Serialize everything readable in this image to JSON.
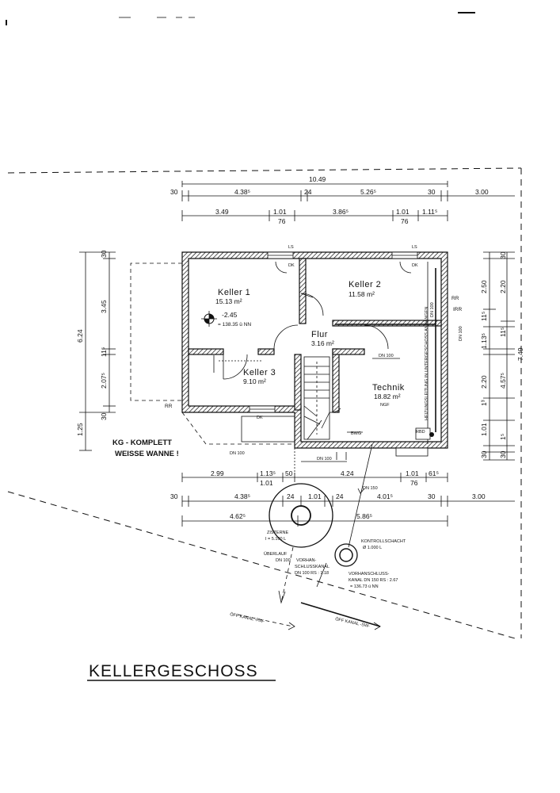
{
  "title": "KELLERGESCHOSS",
  "note": [
    "KG - KOMPLETT",
    "WEISSE WANNE !"
  ],
  "rooms": {
    "keller1": {
      "name": "Keller 1",
      "area": "15.13 m²"
    },
    "keller2": {
      "name": "Keller 2",
      "area": "11.58 m²"
    },
    "flur": {
      "name": "Flur",
      "area": "3.16 m²"
    },
    "keller3": {
      "name": "Keller 3",
      "area": "9.10 m²"
    },
    "technik": {
      "name": "Technik",
      "area": "18.82 m²",
      "sub": "NGF"
    }
  },
  "level": {
    "value": "-2.45",
    "nn": "= 138.35 ü NN"
  },
  "dims_top": {
    "total": "10.49",
    "r1": [
      "30",
      "4.38⁵",
      "24",
      "5.26⁵",
      "30",
      "3.00"
    ],
    "r2": [
      "3.49",
      "1.01",
      "76",
      "3.86⁵",
      "1.01",
      "76",
      "1.11⁵"
    ]
  },
  "dims_bottom": {
    "r1": [
      "2.99",
      "1.13⁵",
      "1.01",
      "50",
      "4.24",
      "1.01",
      "76",
      "61⁵"
    ],
    "r2": [
      "30",
      "4.38⁵",
      "24",
      "1.01",
      "24",
      "4.01⁵",
      "30",
      "3.00"
    ],
    "r3": [
      "4.62⁵",
      "5.86⁵"
    ]
  },
  "dims_left": [
    "30",
    "3.45",
    "6.24",
    "11⁵",
    "2.07⁵",
    "30",
    "1.25"
  ],
  "dims_right": [
    "30",
    "2.50",
    "2.20",
    "11⁵",
    "1.13⁵",
    "11⁵",
    "7.49",
    "4.57⁵",
    "2.20",
    "1³",
    "1.01",
    "1⁵",
    "30",
    "30"
  ],
  "labels": {
    "ls1": "LS",
    "dk1": "DK",
    "ls2": "LS",
    "dk2": "DK",
    "dk3": "DK",
    "rr1": "RR",
    "rr2": "RR",
    "irr": "IRR",
    "dn100_a": "DN 100",
    "dn100_b": "DN 100",
    "dn100_c": "DN 100",
    "dn100_d": "DN 100",
    "dn100_e": "DN 100",
    "dn150": "DN 150",
    "bwg": "BWG",
    "rbd": "RBD",
    "heiz": "HEIZUNGSLEITUNG IN UNTERGESCHOSS ANHÄNGEN",
    "zisterne": [
      "ZISTERNE",
      "I = 5.100 L"
    ],
    "ueberlauf": [
      "ÜBERLAUF",
      "DN 100"
    ],
    "vorhan1": [
      "VORHAN-",
      "SCHLUSSKANAL",
      "DN 100  RS : 1.18"
    ],
    "kontroll": [
      "KONTROLLSCHACHT",
      "Ø 1.000 L"
    ],
    "vorhan2": [
      "VORHANSCHLUSS-",
      "KANAL DN 150  RS : 2.67",
      "= 136.73 ü NN"
    ],
    "offrw": "ÖFF KANAL -RW-",
    "offsw": "ÖFF KANAL -SW-"
  }
}
